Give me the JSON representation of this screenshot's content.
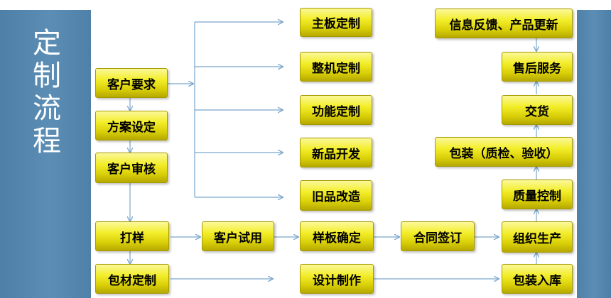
{
  "title": [
    "定",
    "制",
    "流",
    "程"
  ],
  "colors": {
    "panel": "#5b8db5",
    "box_fill": "#f3ee2a",
    "box_border": "#a79a00",
    "arrow": "#7aa6cc"
  },
  "boxes": {
    "customer_request": "客户要求",
    "solution_design": "方案设定",
    "customer_review": "客户审核",
    "sampling": "打样",
    "packaging_material": "包材定制",
    "customer_trial": "客户试用",
    "sample_confirm": "样板确定",
    "contract_sign": "合同签订",
    "design_making": "设计制作",
    "motherboard_custom": "主板定制",
    "machine_custom": "整机定制",
    "function_custom": "功能定制",
    "new_product": "新品开发",
    "old_product": "旧品改造",
    "feedback_update": "信息反馈、产品更新",
    "after_sales": "售后服务",
    "delivery": "交货",
    "packing_inspection": "包装（质检、验收）",
    "quality_control": "质量控制",
    "production": "组织生产",
    "pack_store": "包装入库"
  }
}
